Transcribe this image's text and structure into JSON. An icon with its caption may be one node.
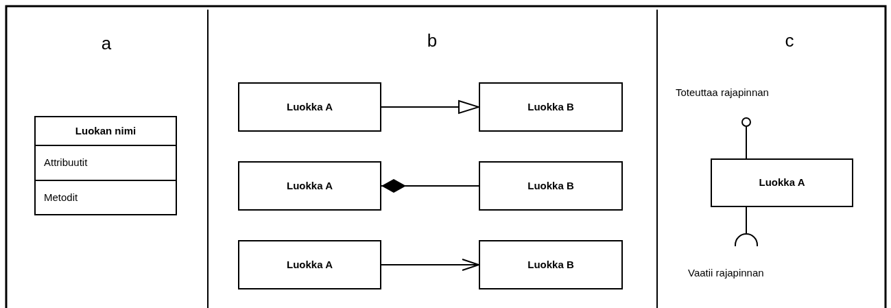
{
  "diagram": {
    "nodes": [
      {
        "text": [
          "Luokan nimi",
          "Attribuutit",
          "Metodit"
        ]
      },
      {
        "text": [
          "Luokka A"
        ]
      },
      {
        "text": [
          "Luokka B"
        ]
      },
      {
        "text": [
          "Luokka A"
        ]
      },
      {
        "text": [
          "Luokka B"
        ]
      },
      {
        "text": [
          "Luokka A"
        ]
      },
      {
        "text": [
          "Luokka B"
        ]
      },
      {
        "text": [
          "Luokka A"
        ]
      },
      {
        "text": [],
        "shape": "circle"
      },
      {
        "text": [],
        "shape": "arc"
      }
    ],
    "edges": [
      {
        "from": 1,
        "to": 2,
        "arrow": "to"
      },
      {
        "from": 3,
        "to": 4,
        "arrow": "other"
      },
      {
        "from": 5,
        "to": 6,
        "arrow": "to"
      },
      {
        "from": 7,
        "to": 8,
        "arrow": "none"
      },
      {
        "from": 7,
        "to": 9,
        "arrow": "none"
      }
    ],
    "labels": [
      "a",
      "b",
      "c",
      "Toteuttaa rajapinnan",
      "Vaatii rajapinnan"
    ]
  }
}
